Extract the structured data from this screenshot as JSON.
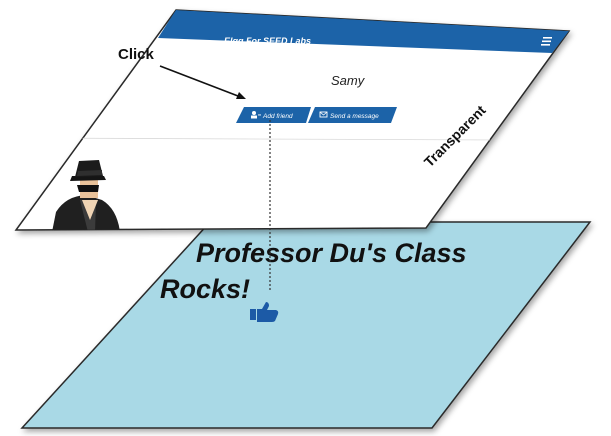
{
  "app": {
    "title": "Elgg For SEED Labs",
    "menu_icon": "hamburger-menu-icon"
  },
  "profile": {
    "name": "Samy",
    "add_friend_label": "Add friend",
    "send_message_label": "Send a message",
    "add_friend_icon": "user-plus-icon",
    "send_message_icon": "envelope-icon",
    "avatar": "spy-avatar"
  },
  "labels": {
    "click": "Click",
    "transparent": "Transparent"
  },
  "bottom_layer": {
    "message_line1": "Professor Du's Class",
    "message_line2": "Rocks!",
    "icon": "thumbs-up-icon"
  },
  "colors": {
    "brand_bar": "#1c63a8",
    "button": "#1c63a8",
    "bottom_plane": "#a9d9e6",
    "outline": "#2a2a2a"
  }
}
